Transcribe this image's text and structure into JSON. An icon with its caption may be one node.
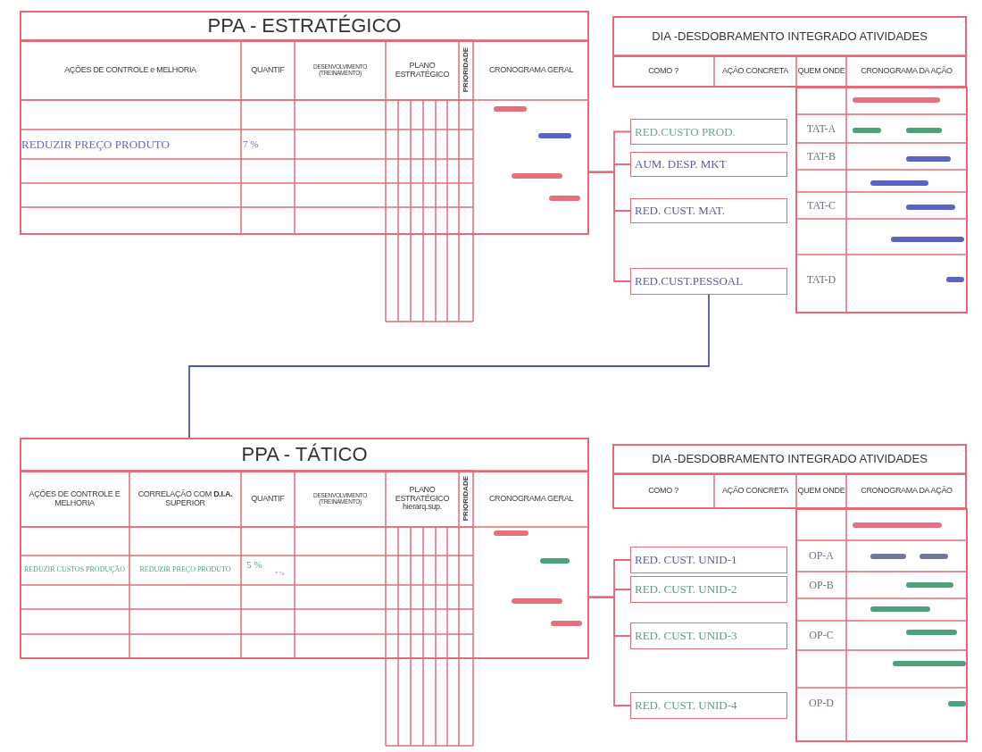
{
  "diagram": {
    "nodes": [
      {
        "text": [
          "PPA - ESTRATÉGICO"
        ]
      },
      {
        "text": [
          "DIA -DESDOBRAMENTO INTEGRADO ATIVIDADES"
        ]
      },
      {
        "text": [
          "RED.CUSTO PROD."
        ]
      },
      {
        "text": [
          "AUM. DESP. MKT"
        ]
      },
      {
        "text": [
          "RED. CUST. MAT."
        ]
      },
      {
        "text": [
          "RED.CUST.PESSOAL"
        ]
      },
      {
        "text": [
          "PPA - TÁTICO"
        ]
      },
      {
        "text": [
          "DIA -DESDOBRAMENTO INTEGRADO ATIVIDADES"
        ]
      },
      {
        "text": [
          "RED. CUST. UNID-1"
        ]
      },
      {
        "text": [
          "RED. CUST. UNID-2"
        ]
      },
      {
        "text": [
          "RED. CUST. UNID-3"
        ]
      },
      {
        "text": [
          "RED. CUST. UNID-4"
        ]
      }
    ],
    "edges": [
      {
        "from": 0,
        "to": 2,
        "arrow": "none"
      },
      {
        "from": 0,
        "to": 3,
        "arrow": "none"
      },
      {
        "from": 0,
        "to": 4,
        "arrow": "none"
      },
      {
        "from": 0,
        "to": 5,
        "arrow": "none"
      },
      {
        "from": 5,
        "to": 6,
        "arrow": "none",
        "color": "#4a55b5"
      },
      {
        "from": 6,
        "to": 8,
        "arrow": "none"
      },
      {
        "from": 6,
        "to": 9,
        "arrow": "none"
      },
      {
        "from": 6,
        "to": 10,
        "arrow": "none"
      },
      {
        "from": 6,
        "to": 11,
        "arrow": "none"
      }
    ],
    "labels": [
      "AÇÕES DE CONTROLE e MELHORIA",
      "QUANTIF",
      "DESENVOLVIMENTO (TREINAMENTO)",
      "PLANO ESTRATÉGICO",
      "PRIORIDADE",
      "CRONOGRAMA GERAL",
      "REDUZIR PREÇO PRODUTO",
      "7 %",
      "COMO ?",
      "AÇÃO CONCRETA",
      "QUEM ONDE",
      "CRONOGRAMA DA AÇÃO",
      "TAT-A",
      "TAT-B",
      "TAT-C",
      "TAT-D",
      "AÇÕES DE CONTROLE E MELHORIA",
      "CORRELAÇÃO COM **D.I.A.** SUPERIOR",
      "QUANTIF",
      "DESENVOLVIMENTO (TREINAMENTO)",
      "PLANO ESTRATÉGICO hierarq.sup.",
      "PRIORIDADE",
      "CRONOGRAMA GERAL",
      "REDUZIR CUSTOS PRODUÇÃO",
      "REDUZIR PREÇO PRODUTO",
      "5 %",
      "7 %",
      "COMO ?",
      "AÇÃO CONCRETA",
      "QUEM ONDE",
      "CRONOGRAMA DA AÇÃO",
      "OP-A",
      "OP-B",
      "OP-C",
      "OP-D"
    ]
  }
}
